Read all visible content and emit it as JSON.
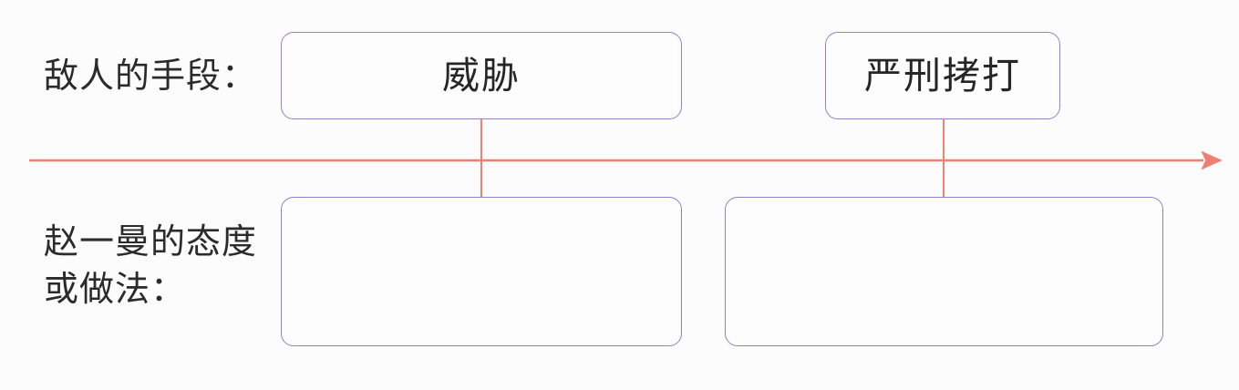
{
  "diagram": {
    "type": "timeline-comparison-worksheet",
    "background_color": "#fdfcfc",
    "timeline": {
      "name": "time-arrow",
      "color": "#ef7f72",
      "direction": "left-to-right",
      "has_arrowhead": true
    },
    "rows": [
      {
        "id": "enemy-tactics",
        "label": "敌人的手段：",
        "position": "above-timeline",
        "box_border_color": "#9b7fc6",
        "boxes": [
          {
            "id": "tactic-1",
            "text": "威胁",
            "filled": true
          },
          {
            "id": "tactic-2",
            "text": "严刑拷打",
            "filled": true
          }
        ]
      },
      {
        "id": "zhao-yiman-response",
        "label": "赵一曼的态度\n或做法：",
        "position": "below-timeline",
        "box_border_color": "#8e80c4",
        "boxes": [
          {
            "id": "response-1",
            "text": "",
            "filled": false
          },
          {
            "id": "response-2",
            "text": "",
            "filled": false
          }
        ]
      }
    ],
    "connectors": [
      {
        "id": "connector-1",
        "color": "#ef8273",
        "from": "tactic-1",
        "to": "response-1"
      },
      {
        "id": "connector-2",
        "color": "#ef8273",
        "from": "tactic-2",
        "to": "response-2"
      }
    ]
  }
}
